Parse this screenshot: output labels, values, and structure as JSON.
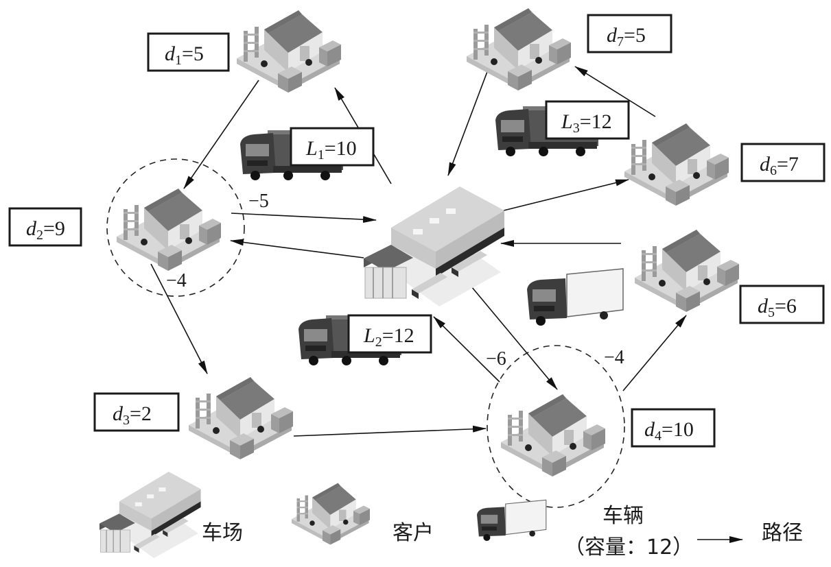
{
  "diagram": {
    "depot": {
      "name": "depot"
    },
    "customers": [
      {
        "id": 1,
        "var": "d",
        "sub": "1",
        "value": "5"
      },
      {
        "id": 2,
        "var": "d",
        "sub": "2",
        "value": "9"
      },
      {
        "id": 3,
        "var": "d",
        "sub": "3",
        "value": "2"
      },
      {
        "id": 4,
        "var": "d",
        "sub": "4",
        "value": "10"
      },
      {
        "id": 5,
        "var": "d",
        "sub": "5",
        "value": "6"
      },
      {
        "id": 6,
        "var": "d",
        "sub": "6",
        "value": "7"
      },
      {
        "id": 7,
        "var": "d",
        "sub": "7",
        "value": "5"
      }
    ],
    "vehicles": [
      {
        "id": 1,
        "var": "L",
        "sub": "1",
        "value": "10"
      },
      {
        "id": 2,
        "var": "L",
        "sub": "2",
        "value": "12"
      },
      {
        "id": 3,
        "var": "L",
        "sub": "3",
        "value": "12"
      }
    ],
    "routes": [
      {
        "name": "route-1",
        "path": [
          "depot",
          "customer-1",
          "customer-2",
          "depot"
        ]
      },
      {
        "name": "route-2",
        "path": [
          "depot",
          "customer-2",
          "customer-3",
          "customer-4",
          "depot"
        ]
      },
      {
        "name": "route-3",
        "path": [
          "depot",
          "customer-6",
          "customer-7",
          "depot"
        ]
      },
      {
        "name": "route-4",
        "path": [
          "depot",
          "customer-4",
          "customer-5",
          "depot"
        ]
      }
    ],
    "deltas": {
      "c2_out_to_depot": "−5",
      "c2_to_c3": "−4",
      "c4_to_depot": "−6",
      "c4_to_c5": "−4"
    },
    "eq": "="
  },
  "legend": {
    "depot_label": "车场",
    "customer_label": "客户",
    "vehicle_label_line1": "车辆",
    "vehicle_label_line2": "（容量：12）",
    "route_label": "路径"
  }
}
